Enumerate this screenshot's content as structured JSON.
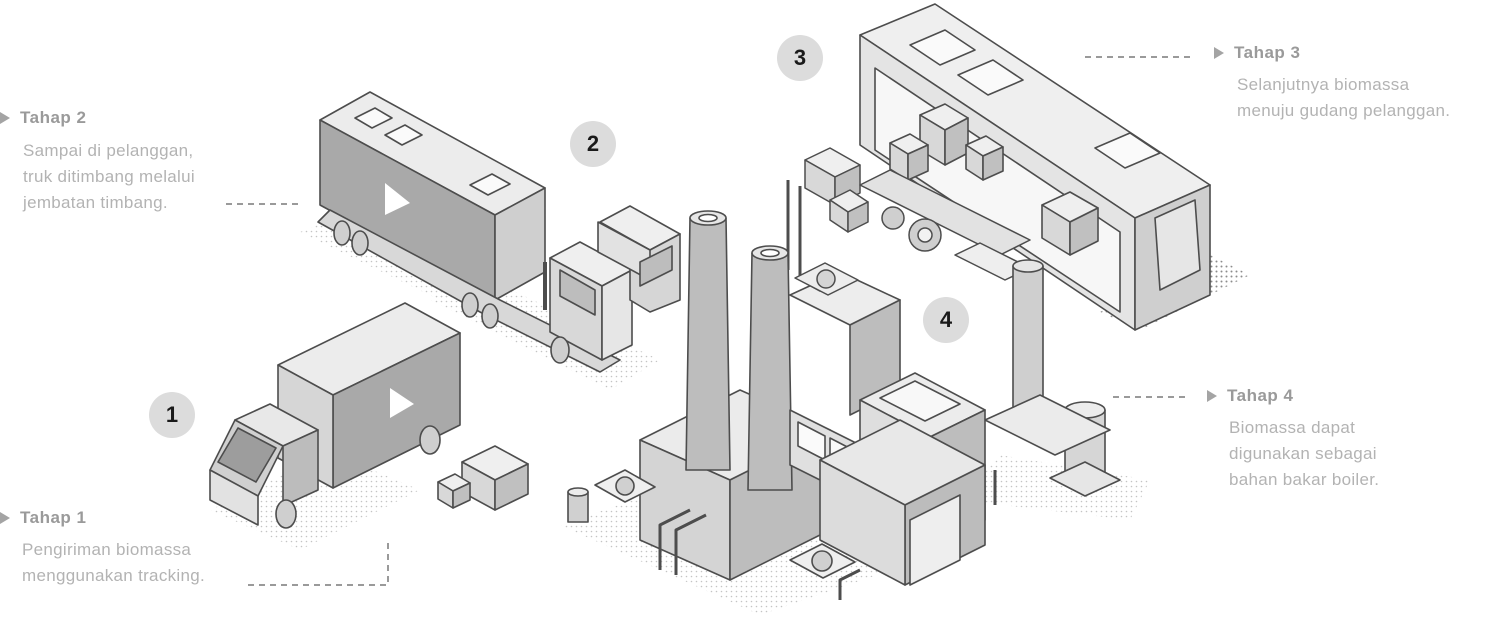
{
  "steps": [
    {
      "number": "1",
      "title": "Tahap 1",
      "lines": [
        "Pengiriman biomassa",
        "menggunakan tracking."
      ]
    },
    {
      "number": "2",
      "title": "Tahap 2",
      "lines": [
        "Sampai di pelanggan,",
        "truk ditimbang melalui",
        "jembatan timbang."
      ]
    },
    {
      "number": "3",
      "title": "Tahap 3",
      "lines": [
        "Selanjutnya biomassa",
        "menuju gudang pelanggan."
      ]
    },
    {
      "number": "4",
      "title": "Tahap 4",
      "lines": [
        "Biomassa dapat",
        "digunakan sebagai",
        "bahan bakar boiler."
      ]
    }
  ],
  "illustrations": [
    "delivery-truck-illustration",
    "semi-truck-illustration",
    "warehouse-illustration",
    "boiler-factory-illustration",
    "forklift-illustration",
    "logo-play-icon"
  ],
  "colors": {
    "light": "#ebebeb",
    "mid": "#d6d6d6",
    "dark": "#a9a9a9",
    "outline": "#4d4d4d",
    "badge": "#dcdcdc",
    "text": "#b3b3b3"
  }
}
